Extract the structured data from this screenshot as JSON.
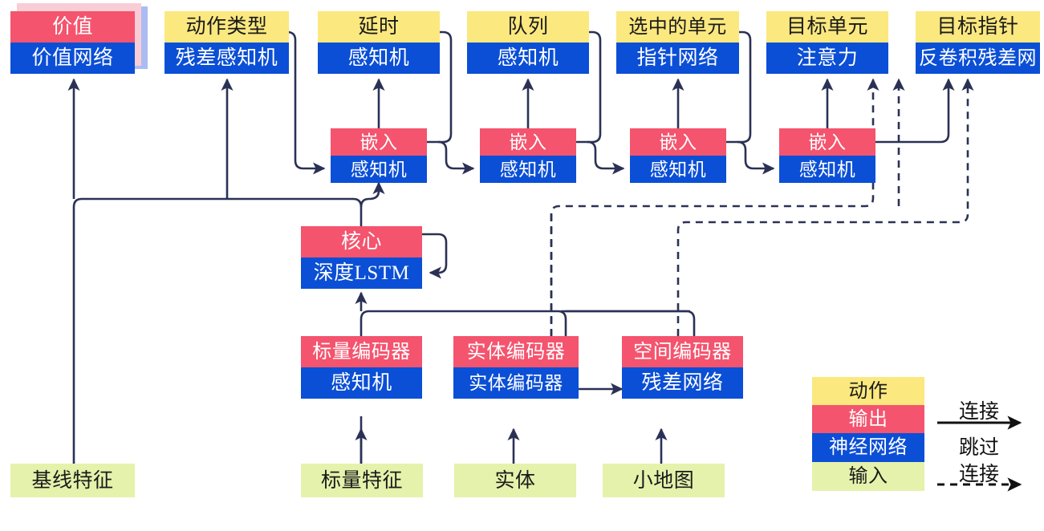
{
  "diagram": {
    "title": "AlphaStar-style agent architecture (Chinese labels)",
    "colors": {
      "action": "#fbe87f",
      "output": "#f4546e",
      "network": "#0b4fd6",
      "input": "#e5f2ab",
      "wire": "#2b3155",
      "shadow_output": "#f9cdd6",
      "shadow_network": "#aabdf2"
    },
    "nodes": [
      {
        "id": "value",
        "top_label": "价值",
        "bottom_label": "价值网络",
        "top_kind": "output",
        "bottom_kind": "network",
        "stacked": true
      },
      {
        "id": "action_type",
        "top_label": "动作类型",
        "bottom_label": "残差感知机",
        "top_kind": "action",
        "bottom_kind": "network",
        "stacked": false
      },
      {
        "id": "delay",
        "top_label": "延时",
        "bottom_label": "感知机",
        "top_kind": "action",
        "bottom_kind": "network",
        "stacked": false
      },
      {
        "id": "queue",
        "top_label": "队列",
        "bottom_label": "感知机",
        "top_kind": "action",
        "bottom_kind": "network",
        "stacked": false
      },
      {
        "id": "selected_units",
        "top_label": "选中的单元",
        "bottom_label": "指针网络",
        "top_kind": "action",
        "bottom_kind": "network",
        "stacked": false
      },
      {
        "id": "target_unit",
        "top_label": "目标单元",
        "bottom_label": "注意力",
        "top_kind": "action",
        "bottom_kind": "network",
        "stacked": false
      },
      {
        "id": "target_point",
        "top_label": "目标指针",
        "bottom_label": "反卷积残差网",
        "top_kind": "action",
        "bottom_kind": "network",
        "stacked": false
      },
      {
        "id": "embed1",
        "top_label": "嵌入",
        "bottom_label": "感知机",
        "top_kind": "output",
        "bottom_kind": "network",
        "stacked": false
      },
      {
        "id": "embed2",
        "top_label": "嵌入",
        "bottom_label": "感知机",
        "top_kind": "output",
        "bottom_kind": "network",
        "stacked": false
      },
      {
        "id": "embed3",
        "top_label": "嵌入",
        "bottom_label": "感知机",
        "top_kind": "output",
        "bottom_kind": "network",
        "stacked": false
      },
      {
        "id": "embed4",
        "top_label": "嵌入",
        "bottom_label": "感知机",
        "top_kind": "output",
        "bottom_kind": "network",
        "stacked": false
      },
      {
        "id": "core",
        "top_label": "核心",
        "bottom_label": "深度LSTM",
        "top_kind": "output",
        "bottom_kind": "network",
        "stacked": false
      },
      {
        "id": "scalar_enc",
        "top_label": "标量编码器",
        "bottom_label": "感知机",
        "top_kind": "output",
        "bottom_kind": "network",
        "stacked": false
      },
      {
        "id": "entity_enc",
        "top_label": "实体编码器",
        "bottom_label": "实体编码器",
        "top_kind": "output",
        "bottom_kind": "network",
        "stacked": false
      },
      {
        "id": "spatial_enc",
        "top_label": "空间编码器",
        "bottom_label": "残差网络",
        "top_kind": "output",
        "bottom_kind": "network",
        "stacked": false
      }
    ],
    "inputs": [
      {
        "id": "baseline_features",
        "label": "基线特征"
      },
      {
        "id": "scalar_features",
        "label": "标量特征"
      },
      {
        "id": "entities",
        "label": "实体"
      },
      {
        "id": "minimap",
        "label": "小地图"
      }
    ],
    "legend": {
      "swatches": [
        {
          "id": "legend-action",
          "label": "动作",
          "kind": "action"
        },
        {
          "id": "legend-output",
          "label": "输出",
          "kind": "output"
        },
        {
          "id": "legend-network",
          "label": "神经网络",
          "kind": "network"
        },
        {
          "id": "legend-input",
          "label": "输入",
          "kind": "input"
        }
      ],
      "edges": [
        {
          "id": "legend-connection",
          "label": "连接",
          "style": "solid"
        },
        {
          "id": "legend-skip-connection",
          "label": "跳过\n连接",
          "style": "dashed"
        }
      ],
      "skip_line1": "跳过",
      "skip_line2": "连接"
    }
  }
}
